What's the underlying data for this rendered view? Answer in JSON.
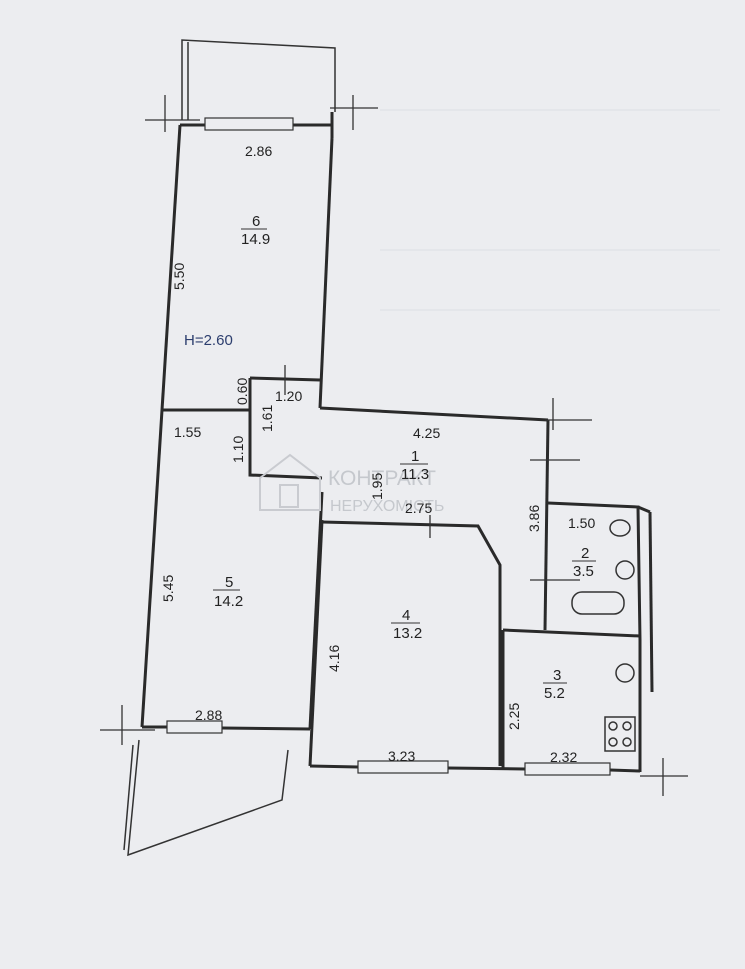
{
  "plan": {
    "ceiling_height": "H=2.60",
    "rooms": [
      {
        "number": "1",
        "area": "11.3"
      },
      {
        "number": "2",
        "area": "3.5"
      },
      {
        "number": "3",
        "area": "5.2"
      },
      {
        "number": "4",
        "area": "13.2"
      },
      {
        "number": "5",
        "area": "14.2"
      },
      {
        "number": "6",
        "area": "14.9"
      }
    ],
    "dimensions": {
      "d_2_86": "2.86",
      "d_5_50": "5.50",
      "d_0_60": "0.60",
      "d_1_20": "1.20",
      "d_1_55": "1.55",
      "d_1_10": "1.10",
      "d_1_61": "1.61",
      "d_4_25": "4.25",
      "d_1_95": "1.95",
      "d_2_75": "2.75",
      "d_3_86": "3.86",
      "d_1_50": "1.50",
      "d_5_45": "5.45",
      "d_4_16": "4.16",
      "d_2_25": "2.25",
      "d_2_88": "2.88",
      "d_3_23": "3.23",
      "d_2_32": "2.32"
    }
  },
  "watermark": {
    "line1": "КОНТРАКТ",
    "line2": "НЕРУХОМІСТЬ"
  }
}
